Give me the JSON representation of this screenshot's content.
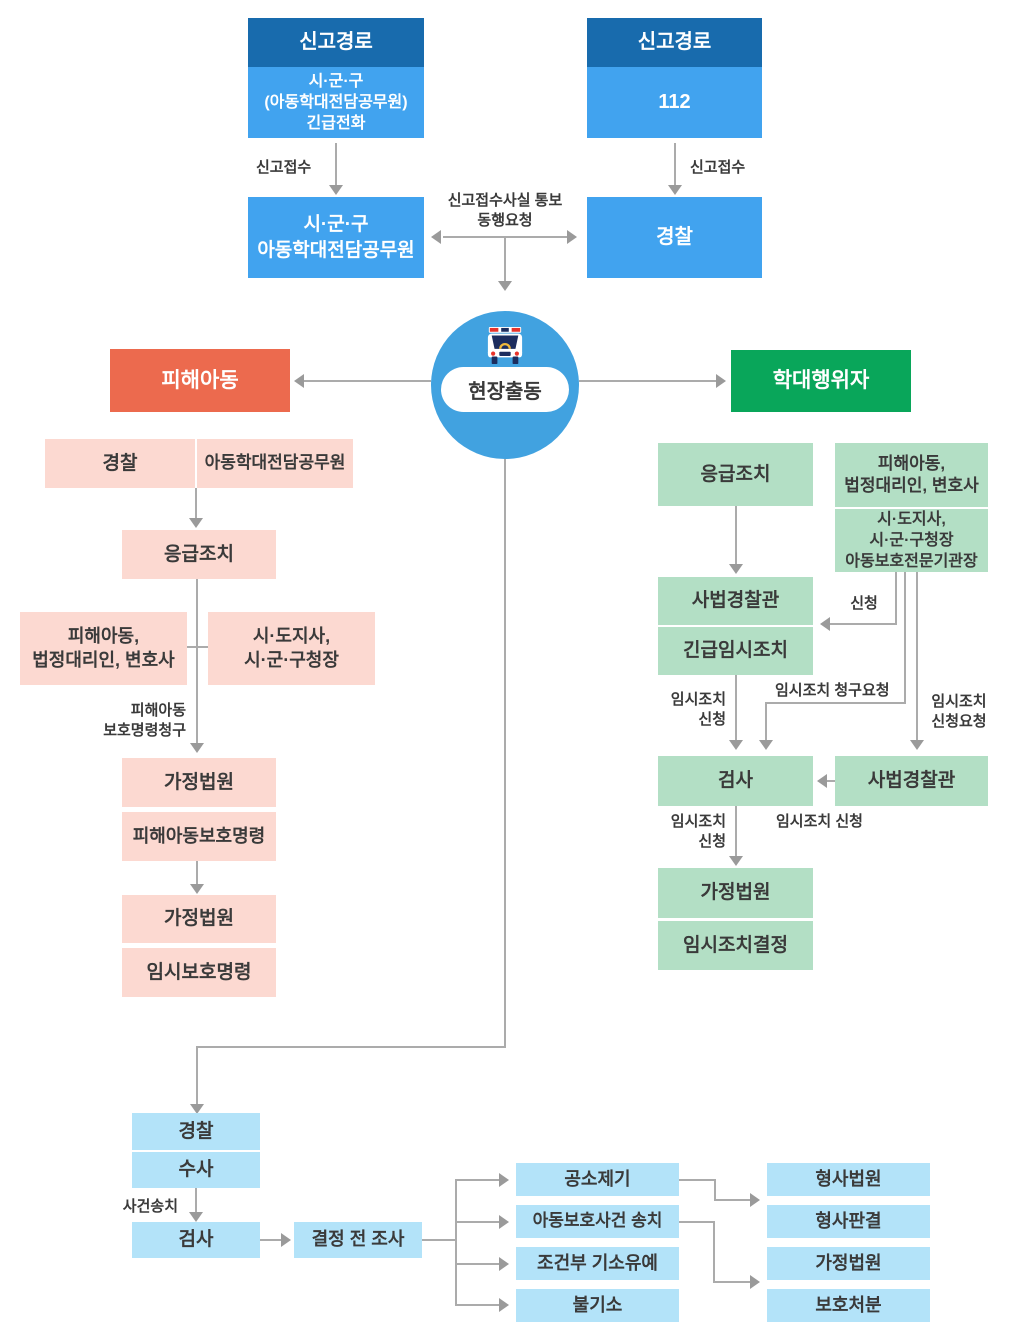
{
  "colors": {
    "header_blue": "#186bad",
    "box_blue": "#41a3ef",
    "circle_blue": "#41a2e0",
    "orange": "#ec6a4e",
    "pink": "#fcd9d1",
    "green": "#09a65a",
    "light_green": "#b3dfc5",
    "light_blue": "#b3e3f9",
    "line_gray": "#ababab",
    "arrow_gray": "#9a9a9a"
  },
  "report_section": {
    "left": {
      "header": "신고경로",
      "body": "시·군·구\n(아동학대전담공무원)\n긴급전화",
      "arrow_label": "신고접수",
      "receiver": "시·군·구\n아동학대전담공무원"
    },
    "right": {
      "header": "신고경로",
      "body": "112",
      "arrow_label": "신고접수",
      "receiver": "경찰"
    },
    "exchange_label": "신고접수사실 통보\n동행요청"
  },
  "dispatch": {
    "label": "현장출동",
    "icon": "police-car-icon"
  },
  "victim_branch": {
    "title": "피해아동",
    "responder_left": "경찰",
    "responder_right": "아동학대전담공무원",
    "emergency": "응급조치",
    "petitioner_left": "피해아동,\n법정대리인, 변호사",
    "petitioner_right": "시·도지사,\n시·군·구청장",
    "petition_label": "피해아동\n보호명령청구",
    "court1": "가정법원",
    "order1": "피해아동보호명령",
    "court2": "가정법원",
    "order2": "임시보호명령"
  },
  "abuser_branch": {
    "title": "학대행위자",
    "emergency": "응급조치",
    "requester_top": "피해아동,\n법정대리인, 변호사",
    "requester_bottom": "시·도지사,\n시·군·구청장\n아동보호전문기관장",
    "judicial_police": "사법경찰관",
    "urgent_measure": "긴급임시조치",
    "apply_label": "신청",
    "charge_request_label": "임시조치 청구요청",
    "apply_request_label": "임시조치\n신청요청",
    "measure_apply_left": "임시조치\n신청",
    "prosecutor": "검사",
    "judicial_police2": "사법경찰관",
    "measure_apply_left2": "임시조치\n신청",
    "measure_apply_right": "임시조치 신청",
    "court": "가정법원",
    "decision": "임시조치결정"
  },
  "investigation": {
    "police": "경찰",
    "investigate": "수사",
    "case_transfer_label": "사건송치",
    "prosecutor": "검사",
    "pre_decision_review": "결정 전 조사",
    "dispositions": [
      "공소제기",
      "아동보호사건 송치",
      "조건부 기소유예",
      "불기소"
    ],
    "outcomes": [
      "형사법원",
      "형사판결",
      "가정법원",
      "보호처분"
    ]
  }
}
